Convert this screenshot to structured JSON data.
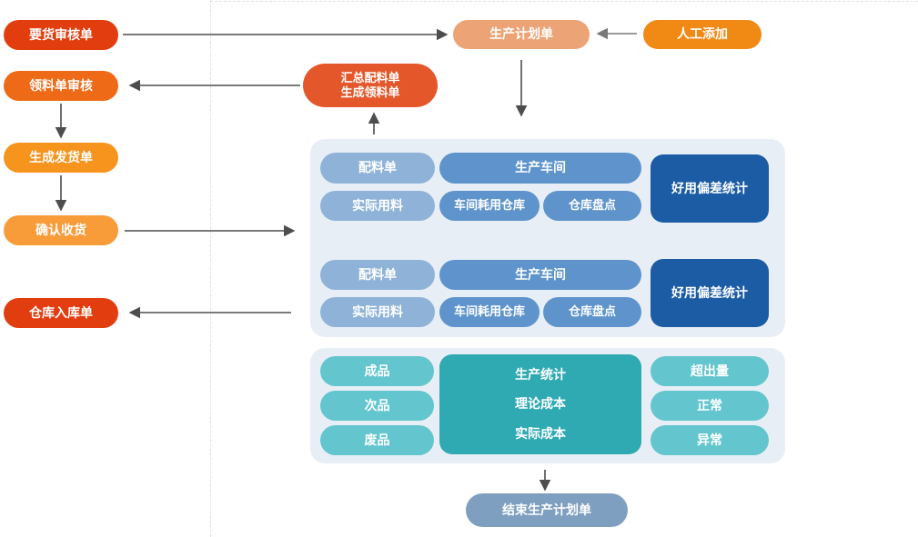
{
  "diagram_title": "production-plan-flow",
  "nodes": {
    "demand_audit": "要货审核单",
    "picking_audit": "领料单审核",
    "create_delivery": "生成发货单",
    "confirm_receipt": "确认收货",
    "warehouse_inbound": "仓库入库单",
    "production_plan": "生产计划单",
    "manual_add": "人工添加",
    "summary_line1": "汇总配料单",
    "summary_line2": "生成领料单",
    "end_plan": "结束生产计划单"
  },
  "workshop_panel": {
    "groups": [
      {
        "bom": "配料单",
        "workshop": "生产车间",
        "actual_usage": "实际用料",
        "workshop_warehouse": "车间耗用仓库",
        "stocktake": "仓库盘点",
        "deviation_stats": "好用偏差统计"
      },
      {
        "bom": "配料单",
        "workshop": "生产车间",
        "actual_usage": "实际用料",
        "workshop_warehouse": "车间耗用仓库",
        "stocktake": "仓库盘点",
        "deviation_stats": "好用偏差统计"
      }
    ]
  },
  "stats_panel": {
    "left": [
      "成品",
      "次品",
      "废品"
    ],
    "center": [
      "生产统计",
      "理论成本",
      "实际成本"
    ],
    "right": [
      "超出量",
      "正常",
      "异常"
    ]
  },
  "palette": {
    "red": "#E23D0F",
    "red_orange": "#EE6A16",
    "deep_orange": "#E4572B",
    "orange": "#F7941E",
    "light_orange": "#F89C3A",
    "salmon": "#ECA476",
    "bright_orange": "#F18A15",
    "panel_bg": "#E8EEF6",
    "blue_light": "#8FB3D8",
    "blue_medium": "#5E94CB",
    "blue_dark": "#1C5CA5",
    "teal_light": "#63C5CE",
    "teal_dark": "#2FA9B2",
    "slate": "#7E9FBF",
    "arrow": "#4D4D4D",
    "dashed_border": "#E0E0E0"
  }
}
